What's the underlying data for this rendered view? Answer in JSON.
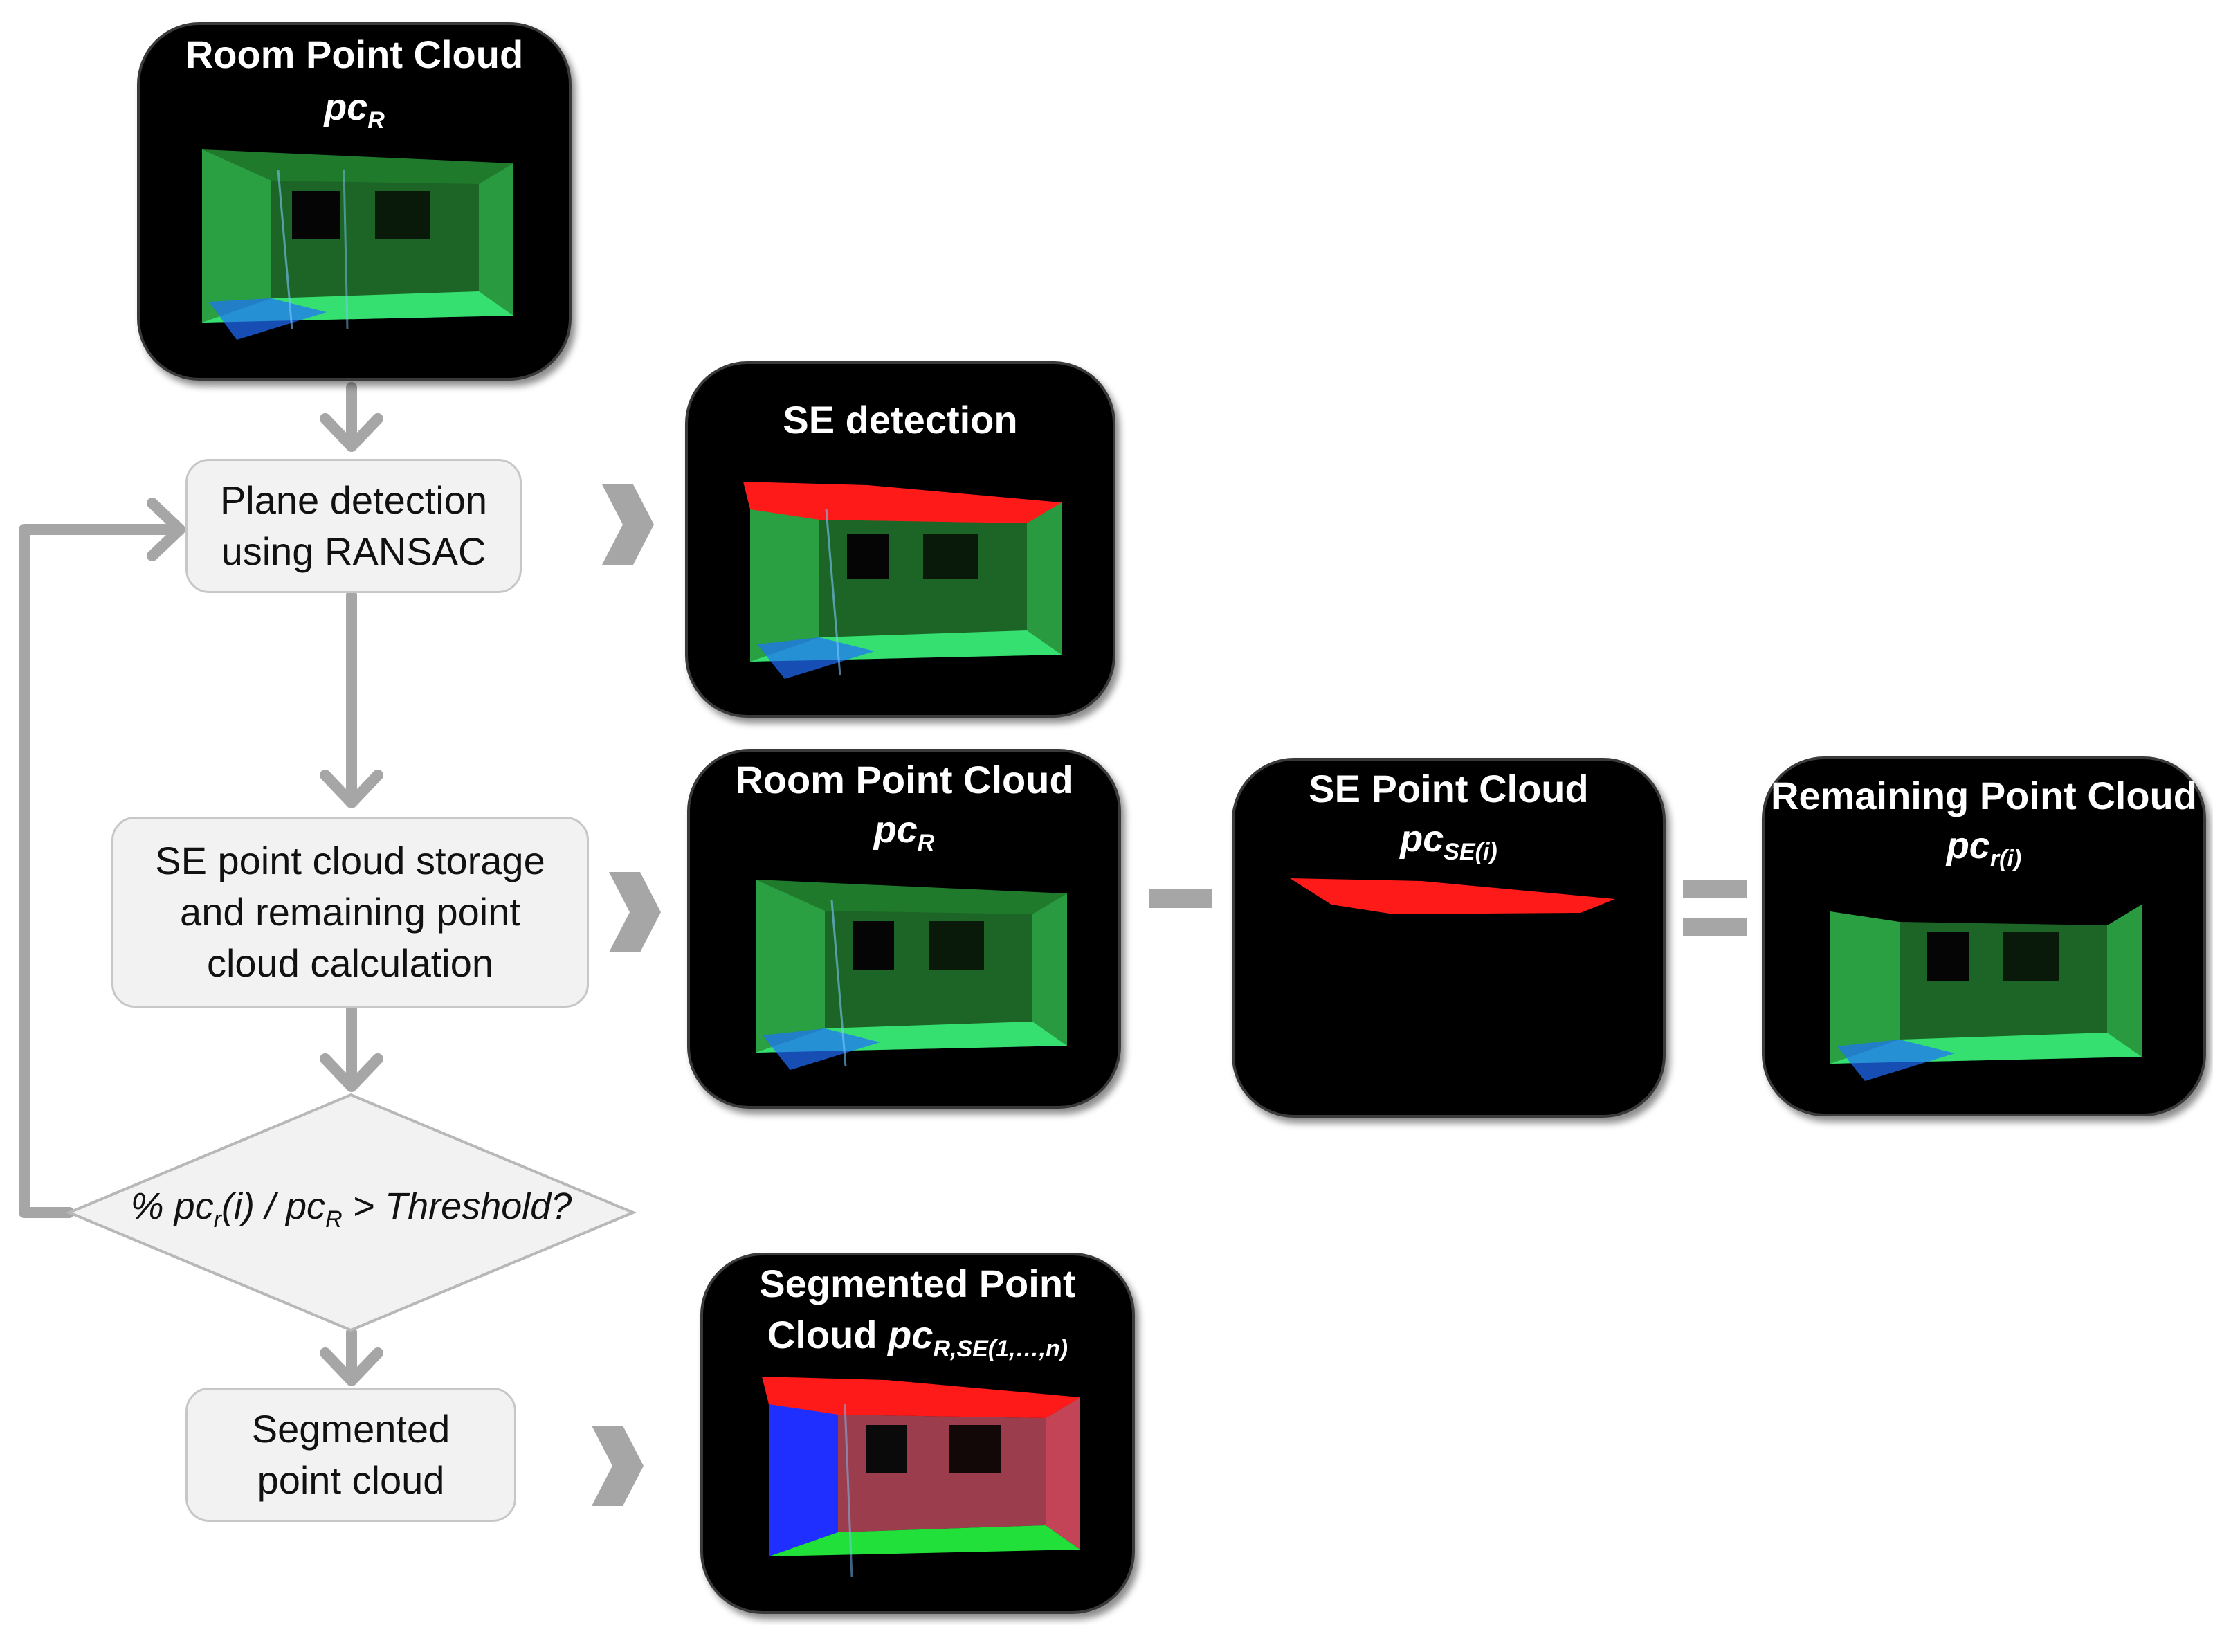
{
  "panels": {
    "room_top": {
      "title": "Room Point Cloud",
      "symbol": "pc",
      "sub": "R"
    },
    "se_detection": {
      "title": "SE detection"
    },
    "room_mid": {
      "title": "Room Point Cloud",
      "symbol": "pc",
      "sub": "R"
    },
    "se_cloud": {
      "title": "SE Point Cloud",
      "symbol": "pc",
      "sub": "SE(i)"
    },
    "remaining": {
      "title": "Remaining Point Cloud",
      "symbol": "pc",
      "sub": "r(i)"
    },
    "segmented": {
      "title_line1": "Segmented Point",
      "title_line2": "Cloud ",
      "symbol": "pc",
      "sub": "R,SE(1,…,n)"
    }
  },
  "process": {
    "plane_detection": {
      "line1": "Plane detection",
      "line2": "using RANSAC"
    },
    "storage": {
      "line1": "SE point cloud storage",
      "line2": "and remaining point",
      "line3": "cloud calculation"
    },
    "segmented": {
      "line1": "Segmented",
      "line2": "point cloud"
    }
  },
  "decision": {
    "prefix": "% pc",
    "sub1": "r",
    "mid": "(i) / pc",
    "sub2": "R",
    "suffix": " > Threshold?"
  },
  "colors": {
    "panel_bg": "#000000",
    "box_fill": "#f2f2f2",
    "box_stroke": "#c7c7c7",
    "arrow": "#a6a6a6",
    "se_red": "#ff1a1a",
    "cloud_green": "#2bd44a",
    "cloud_blue": "#1f6fff"
  }
}
